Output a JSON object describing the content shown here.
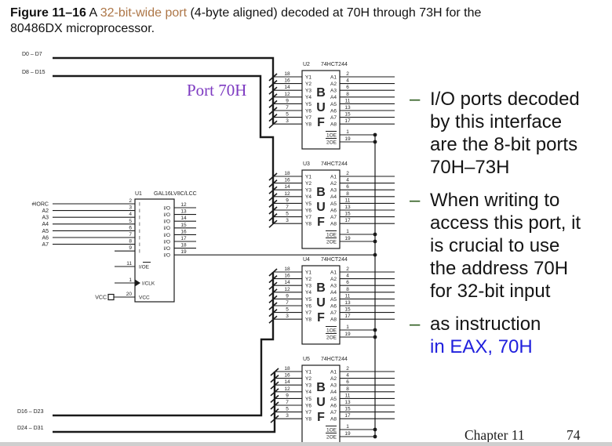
{
  "colors": {
    "caption_highlight": "#ad7647",
    "port_label": "#7d3ac1",
    "buf_label": "#cf8a12",
    "dash": "#2f5e20",
    "instruction_blue": "#2020dd",
    "footer_strip": "#cfcfcf",
    "ink": "#1a1a1a"
  },
  "caption": {
    "figure_label": "Figure 11–16",
    "text_pre": " A ",
    "text_highlight": "32-bit-wide port",
    "text_post": " (4-byte aligned) decoded at 70H through 73H for the",
    "text_line2": "80486DX microprocessor."
  },
  "schematic": {
    "port_label": "Port 70H",
    "bus_labels": {
      "d0_d7": "D0 – D7",
      "d8_d15": "D8 – D15",
      "d16_d23": "D16 – D23",
      "d24_d31": "D24 – D31"
    },
    "u1": {
      "ref": "U1",
      "part": "GAL16LV8C/LCC",
      "input_signals": [
        "#IORC",
        "A2",
        "A3",
        "A4",
        "A5",
        "A6",
        "A7"
      ],
      "input_pins": [
        "2",
        "3",
        "4",
        "5",
        "6",
        "7",
        "8",
        "9"
      ],
      "input_port_label": "I",
      "oe": {
        "pin": "11",
        "label": "I/OE"
      },
      "clk": {
        "pin": "1",
        "label": "I/CLK"
      },
      "vcc": {
        "pin": "20",
        "label": "VCC",
        "net_label": "VCC"
      },
      "output_pins": [
        "12",
        "13",
        "14",
        "15",
        "16",
        "17",
        "18",
        "19"
      ],
      "output_port_label": "I/O"
    },
    "buffers": [
      {
        "ref": "U2",
        "part": "74HCT244"
      },
      {
        "ref": "U3",
        "part": "74HCT244"
      },
      {
        "ref": "U4",
        "part": "74HCT244"
      },
      {
        "ref": "U5",
        "part": "74HCT244"
      }
    ],
    "buffer_pins": {
      "center_label": "BUF",
      "inputs": [
        [
          "Y1",
          "18"
        ],
        [
          "Y2",
          "16"
        ],
        [
          "Y3",
          "14"
        ],
        [
          "Y4",
          "12"
        ],
        [
          "Y5",
          "9"
        ],
        [
          "Y6",
          "7"
        ],
        [
          "Y7",
          "5"
        ],
        [
          "Y8",
          "3"
        ]
      ],
      "outputs": [
        [
          "A1",
          "2"
        ],
        [
          "A2",
          "4"
        ],
        [
          "A3",
          "6"
        ],
        [
          "A4",
          "8"
        ],
        [
          "A5",
          "11"
        ],
        [
          "A6",
          "13"
        ],
        [
          "A7",
          "15"
        ],
        [
          "A8",
          "17"
        ]
      ],
      "enables": [
        [
          "1OE",
          "1"
        ],
        [
          "2OE",
          "19"
        ]
      ]
    }
  },
  "notes": {
    "dash_glyph": "–",
    "bullets": [
      {
        "lines": [
          {
            "text": "I/O ports decoded"
          },
          {
            "text": "by this interface"
          },
          {
            "text": "are the 8-bit ports"
          },
          {
            "text": "70H–73H"
          }
        ]
      },
      {
        "lines": [
          {
            "text": "When writing to"
          },
          {
            "text": "access this port, it"
          },
          {
            "text": "is crucial to use"
          },
          {
            "text": "the address 70H"
          },
          {
            "text": "for 32-bit input"
          }
        ]
      },
      {
        "lines": [
          {
            "text": "as instruction"
          },
          {
            "text": "in EAX, 70H",
            "color": "#2020dd"
          }
        ]
      }
    ]
  },
  "footer": {
    "chapter": "Chapter 11",
    "page": "74"
  }
}
